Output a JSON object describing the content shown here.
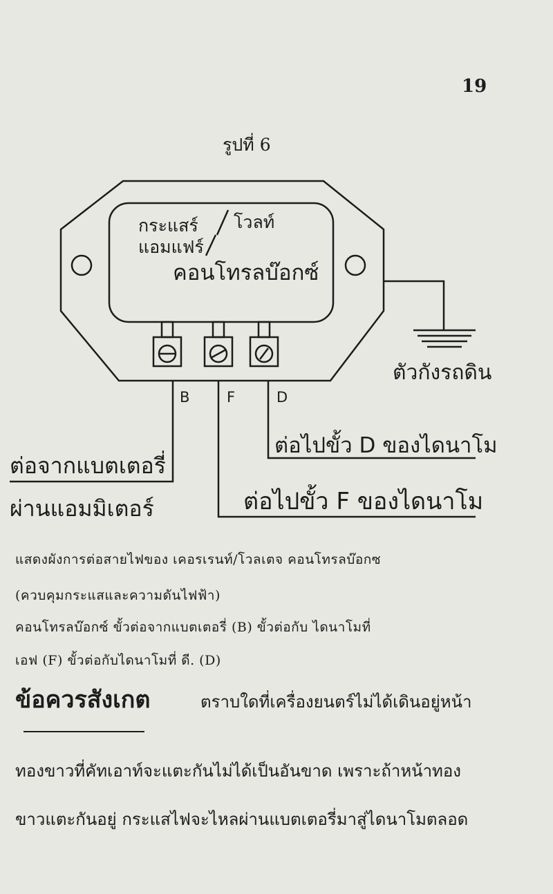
{
  "page_number": "19",
  "figure": {
    "title": "รูปที่ 6",
    "box_line1_left": "กระแสร์",
    "box_line1_right": "โวลท์",
    "box_line2": "แอมแฟร์",
    "box_main": "คอนโทรลบ๊อกซ์",
    "ground_label": "ตัวกังรถดิน",
    "terminal_b": "B",
    "terminal_f": "F",
    "terminal_d": "D",
    "label_d": "ต่อไปขั้ว D ของไดนาโม",
    "label_f": "ต่อไปขั้ว F ของไดนาโม",
    "label_battery_1": "ต่อจากแบตเตอรี่",
    "label_battery_2": "ผ่านแอมมิเตอร์"
  },
  "caption": {
    "line1": "แสดงผังการต่อสายไฟของ เคอรเรนท์/โวลเตจ คอนโทรลบ๊อกซ",
    "line2": "(ควบคุมกระแสและความดันไฟฟ้า)",
    "line3": "คอนโทรลบ๊อกซ์  ขั้วต่อจากแบตเตอรี่  (B)  ขั้วต่อกับ  ไดนาโมที่",
    "line4": "เอฟ  (F)     ขั้วต่อกับไดนาโมที่ ดี.  (D)"
  },
  "note": {
    "heading": "ข้อควรสังเกต",
    "line1": "ตราบใดที่เครื่องยนตร์ไม่ได้เดินอยู่หน้า",
    "line2": "ทองขาวที่คัทเอาท์จะแตะกันไม่ได้เป็นอันขาด   เพราะถ้าหน้าทอง",
    "line3": "ขาวแตะกันอยู่   กระแสไฟจะไหลผ่านแบตเตอรี่มาสู่ไดนาโมตลอด"
  }
}
